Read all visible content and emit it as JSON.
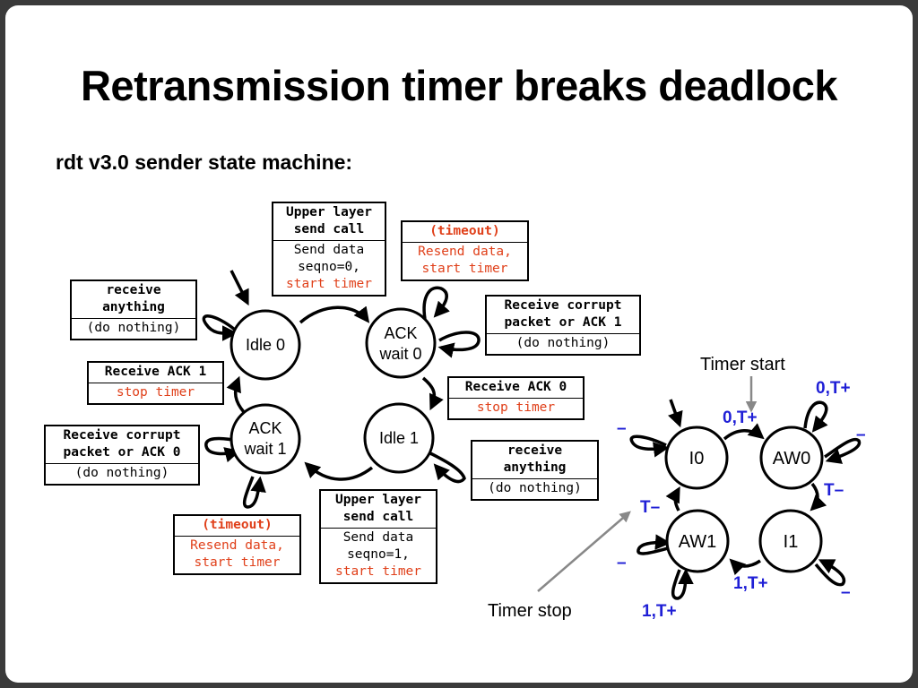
{
  "title": "Retransmission timer breaks deadlock",
  "subtitle": "rdt v3.0 sender state machine:",
  "states": {
    "idle0": "Idle 0",
    "ackwait0_l1": "ACK",
    "ackwait0_l2": "wait 0",
    "idle1": "Idle 1",
    "ackwait1_l1": "ACK",
    "ackwait1_l2": "wait 1"
  },
  "boxes": {
    "upper_send_0": {
      "h1": "Upper layer",
      "h2": "send call",
      "b1": "Send data",
      "b2": "seqno=0,",
      "b3": "start timer"
    },
    "timeout_0": {
      "h1": "(timeout)",
      "b1": "Resend data,",
      "b2": "start timer"
    },
    "receive_anything_0": {
      "h1": "receive",
      "h2": "anything",
      "b1": "(do nothing)"
    },
    "corrupt_ack1": {
      "h1": "Receive corrupt",
      "h2": "packet or ACK 1",
      "b1": "(do nothing)"
    },
    "receive_ack1": {
      "h1": "Receive ACK 1",
      "b1": "stop timer"
    },
    "receive_ack0": {
      "h1": "Receive ACK 0",
      "b1": "stop timer"
    },
    "corrupt_ack0": {
      "h1": "Receive corrupt",
      "h2": "packet or ACK 0",
      "b1": "(do nothing)"
    },
    "receive_anything_1": {
      "h1": "receive",
      "h2": "anything",
      "b1": "(do nothing)"
    },
    "timeout_1": {
      "h1": "(timeout)",
      "b1": "Resend data,",
      "b2": "start timer"
    },
    "upper_send_1": {
      "h1": "Upper layer",
      "h2": "send call",
      "b1": "Send data",
      "b2": "seqno=1,",
      "b3": "start timer"
    }
  },
  "mini": {
    "states": {
      "i0": "I0",
      "aw0": "AW0",
      "i1": "I1",
      "aw1": "AW1"
    },
    "labels": {
      "timer_start": "Timer start",
      "timer_stop": "Timer stop",
      "i0_to_aw0": "0,T+",
      "aw0_loop_top": "0,T+",
      "aw0_loop_right": "–",
      "aw0_to_i1": "T–",
      "i1_loop": "–",
      "i1_to_aw1": "1,T+",
      "aw1_loop_bottom": "1,T+",
      "aw1_loop_left": "–",
      "aw1_to_i0": "T–",
      "i0_loop": "–"
    }
  },
  "colors": {
    "accent_red": "#e0401a",
    "accent_blue": "#1f1fd6",
    "frame": "#3a3a3a"
  }
}
